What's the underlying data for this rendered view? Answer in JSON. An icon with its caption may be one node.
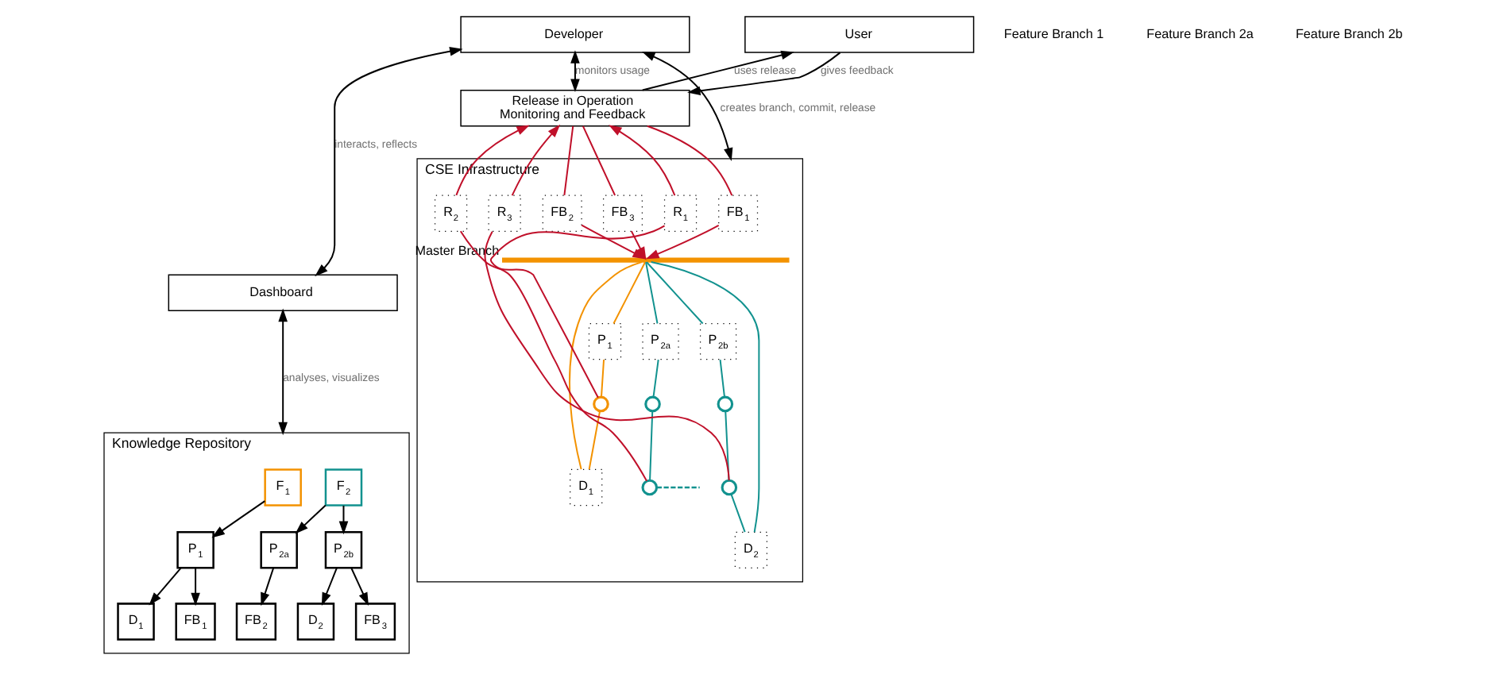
{
  "diagram": {
    "nodes": [
      {
        "text": [
          "Developer"
        ]
      },
      {
        "text": [
          "User"
        ]
      },
      {
        "text": [
          "Dashboard"
        ]
      },
      {
        "text": [
          "Release in Operation",
          "Monitoring and Feedback"
        ]
      },
      {
        "text": [
          "CSE Infrastructure"
        ]
      },
      {
        "text": [
          "FB$_{1}$"
        ],
        "in": 4
      },
      {
        "text": [
          "FB$_{2}$"
        ],
        "in": 4
      },
      {
        "text": [
          "FB$_{3}$"
        ],
        "in": 4
      },
      {
        "text": [
          "R$_{1}$"
        ],
        "in": 4
      },
      {
        "text": [
          "R$_{2}$"
        ],
        "in": 4
      },
      {
        "text": [
          "R$_{3}$"
        ],
        "in": 4
      },
      {
        "text": [],
        "shape": "bar",
        "in": 4,
        "beside": [
          "Master Branch"
        ]
      },
      {
        "text": [
          "P$_{1}$"
        ],
        "in": 4
      },
      {
        "text": [
          "D$_{1}$"
        ],
        "in": 4
      },
      {
        "text": [
          "D$_{2}$"
        ],
        "in": 4
      },
      {
        "text": [
          "P$_{2a}$"
        ],
        "in": 4
      },
      {
        "text": [],
        "shape": "circle",
        "in": 4
      },
      {
        "text": [
          "P$_{2b}$"
        ],
        "in": 4
      },
      {
        "text": [],
        "shape": "circle",
        "in": 4
      },
      {
        "text": [],
        "shape": "circle",
        "in": 4
      },
      {
        "text": [],
        "shape": "circle",
        "in": 4
      },
      {
        "text": [],
        "shape": "circle",
        "in": 4
      },
      {
        "text": [
          "Knowledge Repository"
        ]
      },
      {
        "text": [
          "F$_{1}$"
        ],
        "in": 22
      },
      {
        "text": [
          "P$_{1}$"
        ],
        "in": 22
      },
      {
        "text": [
          "FB$_{1}$"
        ],
        "in": 22
      },
      {
        "text": [
          "D$_{1}$"
        ],
        "in": 22
      },
      {
        "text": [
          "F$_{2}$"
        ],
        "in": 22
      },
      {
        "text": [
          "P$_{2a}$"
        ],
        "in": 22
      },
      {
        "text": [
          "P$_{2b}$"
        ],
        "in": 22
      },
      {
        "text": [
          "FB$_{2}$"
        ],
        "in": 22
      },
      {
        "text": [
          "FB$_{3}$"
        ],
        "in": 22
      },
      {
        "text": [
          "D$_{2}$"
        ],
        "in": 22
      }
    ],
    "edges": [
      {
        "from": 0,
        "to": 2,
        "arrow": "both",
        "label": "interacts, reflects"
      },
      {
        "from": 2,
        "to": 22,
        "arrow": "both",
        "label": "analyses, visualizes"
      },
      {
        "from": 0,
        "to": 4,
        "arrow": "both",
        "label": "creates branch, commit, release"
      },
      {
        "from": 0,
        "to": 3,
        "arrow": "both",
        "label": "monitors usage"
      },
      {
        "from": 3,
        "to": 1,
        "arrow": "to",
        "label": "uses release"
      },
      {
        "from": 1,
        "to": 3,
        "arrow": "to",
        "label": "gives feedback"
      },
      {
        "from": 23,
        "to": 24,
        "arrow": "to"
      },
      {
        "from": 24,
        "to": 25,
        "arrow": "to"
      },
      {
        "from": 24,
        "to": 26,
        "arrow": "to"
      },
      {
        "from": 27,
        "to": 28,
        "arrow": "to"
      },
      {
        "from": 27,
        "to": 29,
        "arrow": "to"
      },
      {
        "from": 28,
        "to": 30,
        "arrow": "to"
      },
      {
        "from": 29,
        "to": 31,
        "arrow": "to"
      },
      {
        "from": 29,
        "to": 32,
        "arrow": "to"
      },
      {
        "from": 3,
        "to": 5,
        "arrow": "none",
        "color": "#c0102a"
      },
      {
        "from": 5,
        "to": 11,
        "arrow": "to",
        "color": "#c0102a"
      },
      {
        "from": 3,
        "to": 6,
        "arrow": "none",
        "color": "#c0102a"
      },
      {
        "from": 6,
        "to": 11,
        "arrow": "to",
        "color": "#c0102a"
      },
      {
        "from": 3,
        "to": 7,
        "arrow": "none",
        "color": "#c0102a"
      },
      {
        "from": 7,
        "to": 11,
        "arrow": "to",
        "color": "#c0102a"
      },
      {
        "from": 16,
        "to": 8,
        "arrow": "none",
        "color": "#c0102a"
      },
      {
        "from": 8,
        "to": 3,
        "arrow": "to",
        "color": "#c0102a"
      },
      {
        "from": 19,
        "to": 9,
        "arrow": "none",
        "color": "#c0102a"
      },
      {
        "from": 9,
        "to": 3,
        "arrow": "to",
        "color": "#c0102a"
      },
      {
        "from": 21,
        "to": 10,
        "arrow": "none",
        "color": "#c0102a"
      },
      {
        "from": 10,
        "to": 3,
        "arrow": "to",
        "color": "#c0102a"
      },
      {
        "from": 11,
        "to": 12,
        "arrow": "none",
        "color": "#f39200"
      },
      {
        "from": 12,
        "to": 16,
        "arrow": "none",
        "color": "#f39200"
      },
      {
        "from": 16,
        "to": 13,
        "arrow": "none",
        "color": "#f39200"
      },
      {
        "from": 13,
        "to": 11,
        "arrow": "none",
        "color": "#f39200"
      },
      {
        "from": 11,
        "to": 15,
        "arrow": "none",
        "color": "#12928f"
      },
      {
        "from": 15,
        "to": 18,
        "arrow": "none",
        "color": "#12928f"
      },
      {
        "from": 18,
        "to": 19,
        "arrow": "none",
        "color": "#12928f"
      },
      {
        "from": 19,
        "to": null,
        "arrow": "none",
        "color": "#12928f",
        "style": "dashed"
      },
      {
        "from": 11,
        "to": 17,
        "arrow": "none",
        "color": "#12928f"
      },
      {
        "from": 17,
        "to": 20,
        "arrow": "none",
        "color": "#12928f"
      },
      {
        "from": 20,
        "to": 21,
        "arrow": "none",
        "color": "#12928f"
      },
      {
        "from": 21,
        "to": 14,
        "arrow": "none",
        "color": "#12928f"
      },
      {
        "from": 14,
        "to": 11,
        "arrow": "none",
        "color": "#12928f"
      }
    ],
    "labels": [
      "Feature Branch 1",
      "Feature Branch 2a",
      "Feature Branch 2b"
    ]
  }
}
